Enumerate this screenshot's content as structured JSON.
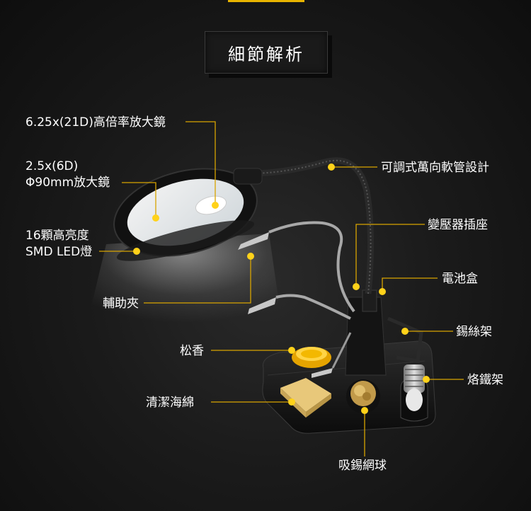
{
  "title": "細節解析",
  "labels": {
    "magnifier": "6.25x(21D)高倍率放大鏡",
    "small_lens_1": "2.5x(6D)",
    "small_lens_2": "Φ90mm放大鏡",
    "led_1": "16顆高亮度",
    "led_2": "SMD LED燈",
    "clip": "輔助夾",
    "rosin": "松香",
    "sponge": "清潔海綿",
    "gooseneck": "可調式萬向軟管設計",
    "adapter": "變壓器插座",
    "battery": "電池盒",
    "solder_rack": "錫絲架",
    "iron_holder": "烙鐵架",
    "wire_ball": "吸錫網球"
  },
  "colors": {
    "accent": "#e8b400",
    "callout_line": "#d8a400",
    "dot": "#ffd21a",
    "text": "#ffffff",
    "background": "#1b1b1b"
  }
}
